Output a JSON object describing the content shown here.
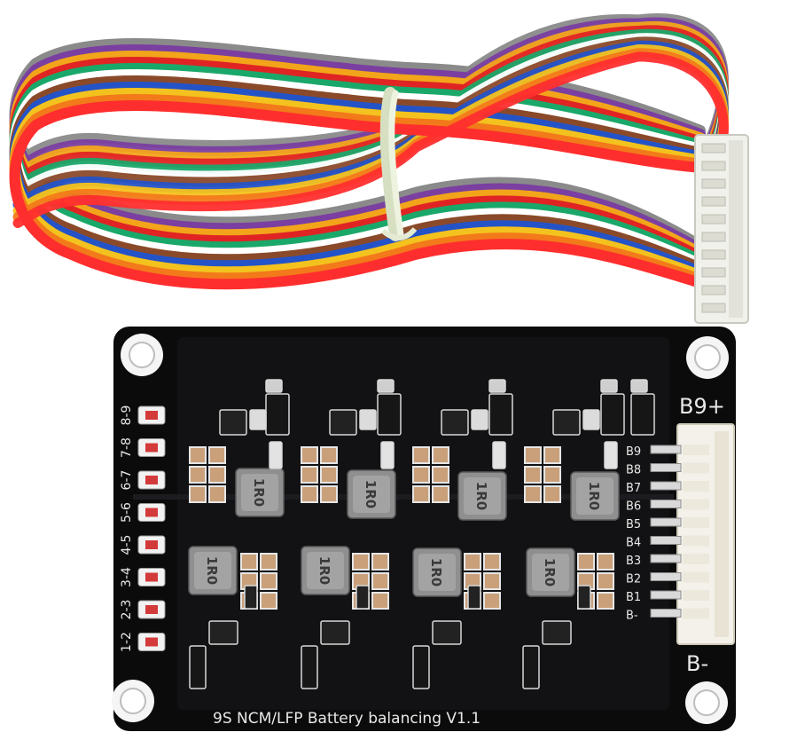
{
  "board": {
    "title": "9S NCM/LFP Battery balancing V1.1",
    "top_label": "B9+",
    "bottom_label": "B-",
    "pin_labels": [
      "B9",
      "B8",
      "B7",
      "B6",
      "B5",
      "B4",
      "B3",
      "B2",
      "B1",
      "B-"
    ],
    "led_labels": [
      "8-9",
      "7-8",
      "6-7",
      "5-6",
      "4-5",
      "3-4",
      "2-3",
      "1-2"
    ],
    "inductor_marking": "1R0",
    "inductor_count": 8
  },
  "cable": {
    "wire_colors": [
      "#8a8a8a",
      "#7a3fa0",
      "#f2a51a",
      "#e02424",
      "#1aa86a",
      "#ffffff",
      "#8a4a2a",
      "#2453c8",
      "#f4c21e",
      "#f27a1a",
      "#ff2e2e"
    ],
    "tie_color": "#e9efd8",
    "connector_color": "#f4f4f0"
  }
}
